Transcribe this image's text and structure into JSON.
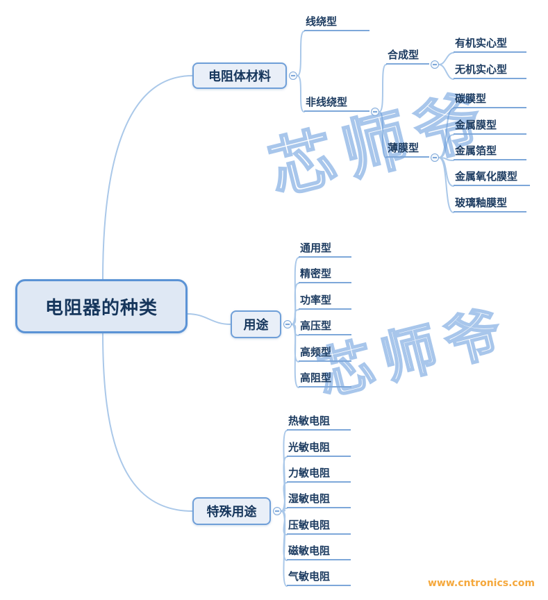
{
  "root": {
    "label": "电阻器的种类"
  },
  "branches": [
    {
      "label": "电阻体材料",
      "children": [
        {
          "label": "线绕型"
        },
        {
          "label": "非线绕型",
          "children": [
            {
              "label": "合成型",
              "children": [
                {
                  "label": "有机实心型"
                },
                {
                  "label": "无机实心型"
                }
              ]
            },
            {
              "label": "薄膜型",
              "children": [
                {
                  "label": "碳膜型"
                },
                {
                  "label": "金属膜型"
                },
                {
                  "label": "金属箔型"
                },
                {
                  "label": "金属氧化膜型"
                },
                {
                  "label": "玻璃釉膜型"
                }
              ]
            }
          ]
        }
      ]
    },
    {
      "label": "用途",
      "children": [
        {
          "label": "通用型"
        },
        {
          "label": "精密型"
        },
        {
          "label": "功率型"
        },
        {
          "label": "高压型"
        },
        {
          "label": "高频型"
        },
        {
          "label": "高阻型"
        }
      ]
    },
    {
      "label": "特殊用途",
      "children": [
        {
          "label": "热敏电阻"
        },
        {
          "label": "光敏电阻"
        },
        {
          "label": "力敏电阻"
        },
        {
          "label": "湿敏电阻"
        },
        {
          "label": "压敏电阻"
        },
        {
          "label": "磁敏电阻"
        },
        {
          "label": "气敏电阻"
        }
      ]
    }
  ],
  "watermark": {
    "brand": "芯师爷",
    "site": "www.cntronics.com"
  },
  "icons": {
    "collapse": "minus-circle"
  },
  "colors": {
    "node_border": "#6f9fd8",
    "root_border": "#5b93d5",
    "node_fill": "#e9eff8",
    "text": "#16365c",
    "connector": "#aac8e9",
    "underline": "#7da7d9",
    "watermark_blue": "#6098db",
    "site_orange": "#f5a83c",
    "background": "#ffffff"
  }
}
